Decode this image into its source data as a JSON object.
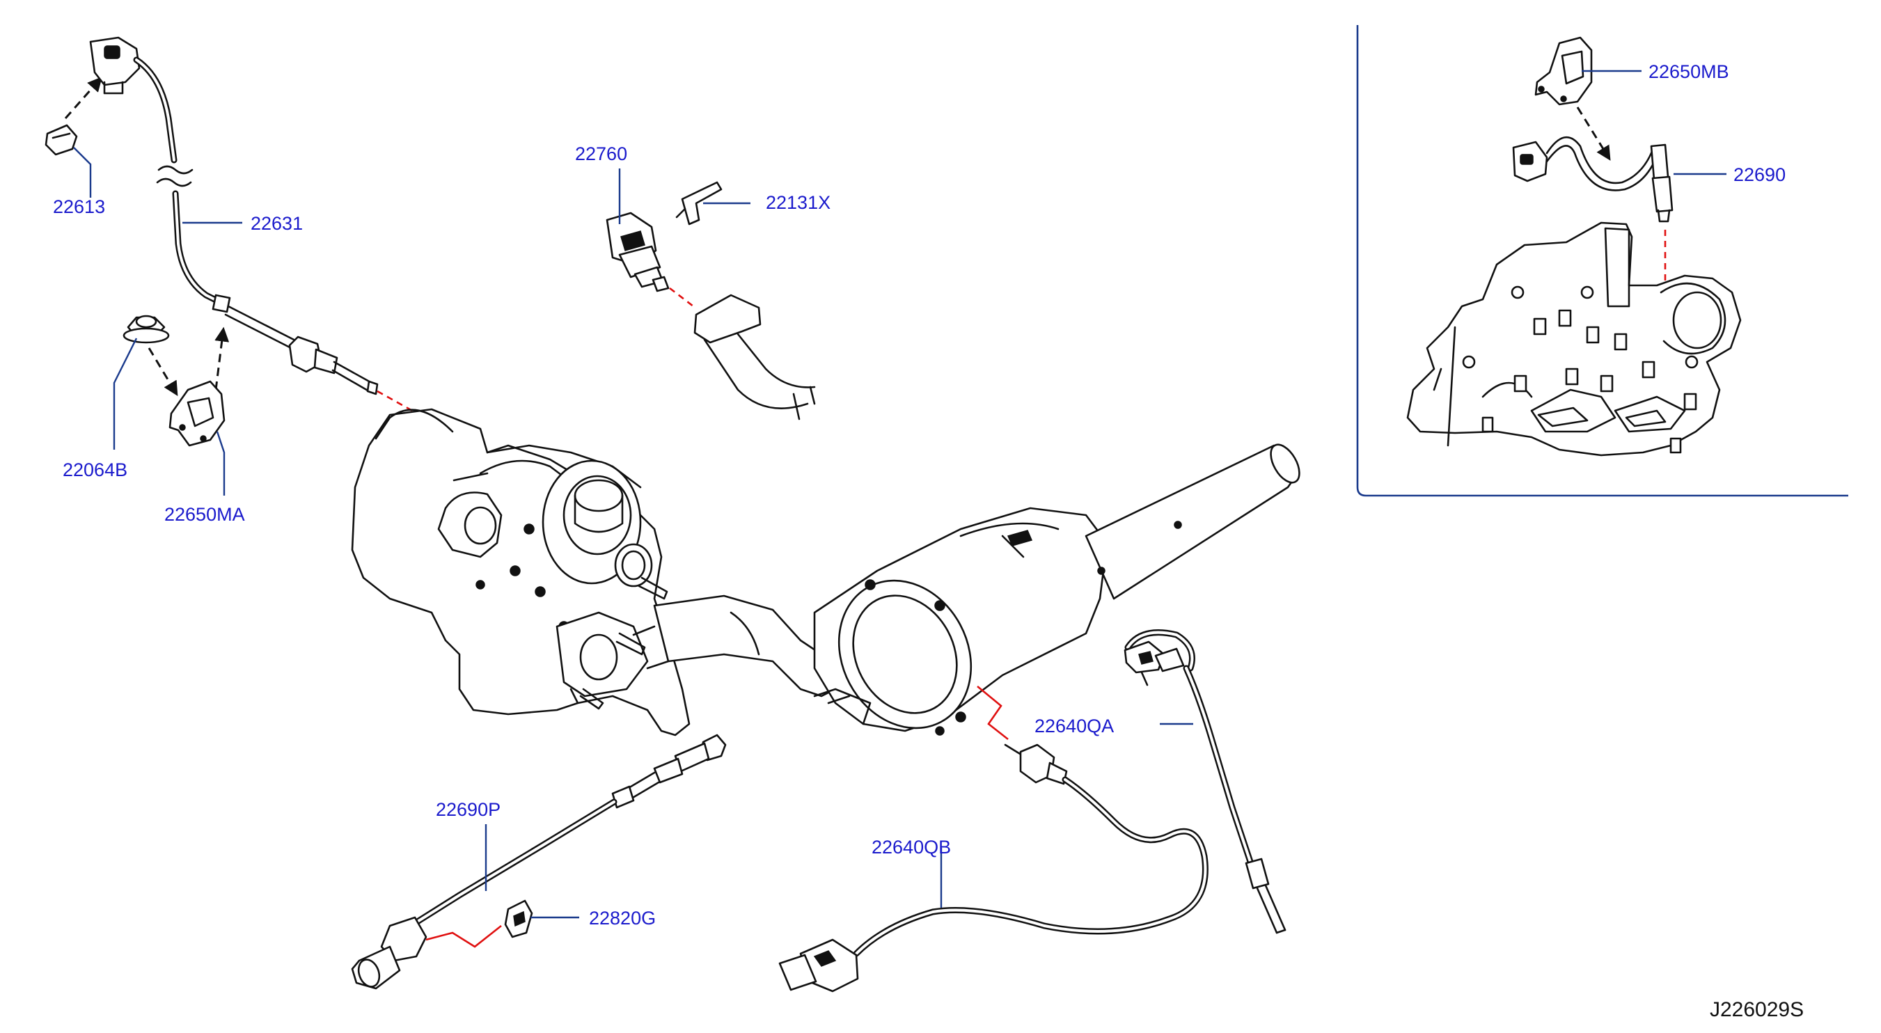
{
  "diagram": {
    "code": "J226029S",
    "parts": {
      "p22613": "22613",
      "p22631": "22631",
      "p22064B": "22064B",
      "p22650MA": "22650MA",
      "p22760": "22760",
      "p22131X": "22131X",
      "p22650MB": "22650MB",
      "p22690": "22690",
      "p22640QA": "22640QA",
      "p22690P": "22690P",
      "p22820G": "22820G",
      "p22640QB": "22640QB"
    }
  }
}
